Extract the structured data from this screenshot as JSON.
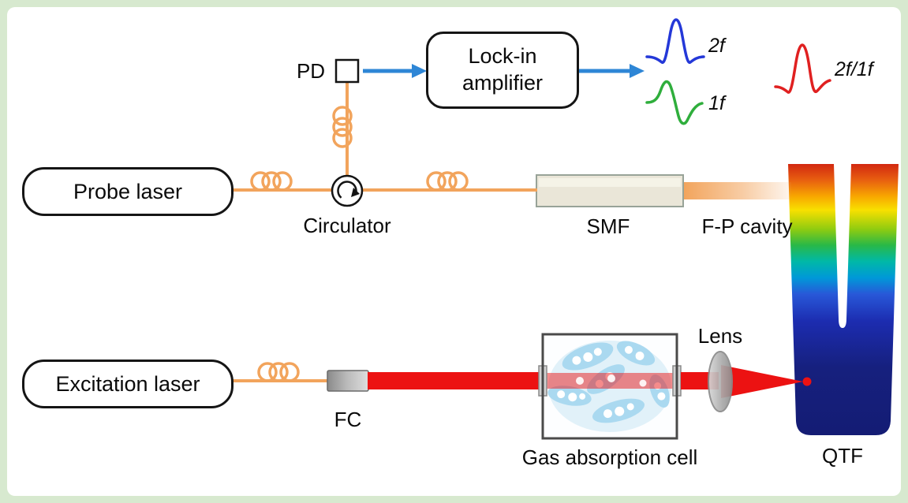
{
  "figure": {
    "probe_laser": "Probe laser",
    "excitation_laser": "Excitation laser",
    "lockin_amplifier": "Lock-in amplifier",
    "pd": "PD",
    "circulator": "Circulator",
    "smf": "SMF",
    "fp_cavity": "F-P cavity",
    "lens": "Lens",
    "fc": "FC",
    "gas_cell": "Gas absorption cell",
    "qtf": "QTF",
    "signals": {
      "second_harmonic": "2f",
      "first_harmonic": "1f",
      "ratio": "2f/1f"
    },
    "colors": {
      "frame_green": "#d7e9cf",
      "fiber_orange": "#f2a45c",
      "arrow_blue": "#2e86d6",
      "beam_red": "#ec1212",
      "wave_2f_blue": "#2438d8",
      "wave_1f_green": "#2fae3c",
      "wave_ratio_red": "#e02020",
      "qtf_gradient_top": "#d22810",
      "qtf_gradient_bottom": "#141c74"
    }
  }
}
